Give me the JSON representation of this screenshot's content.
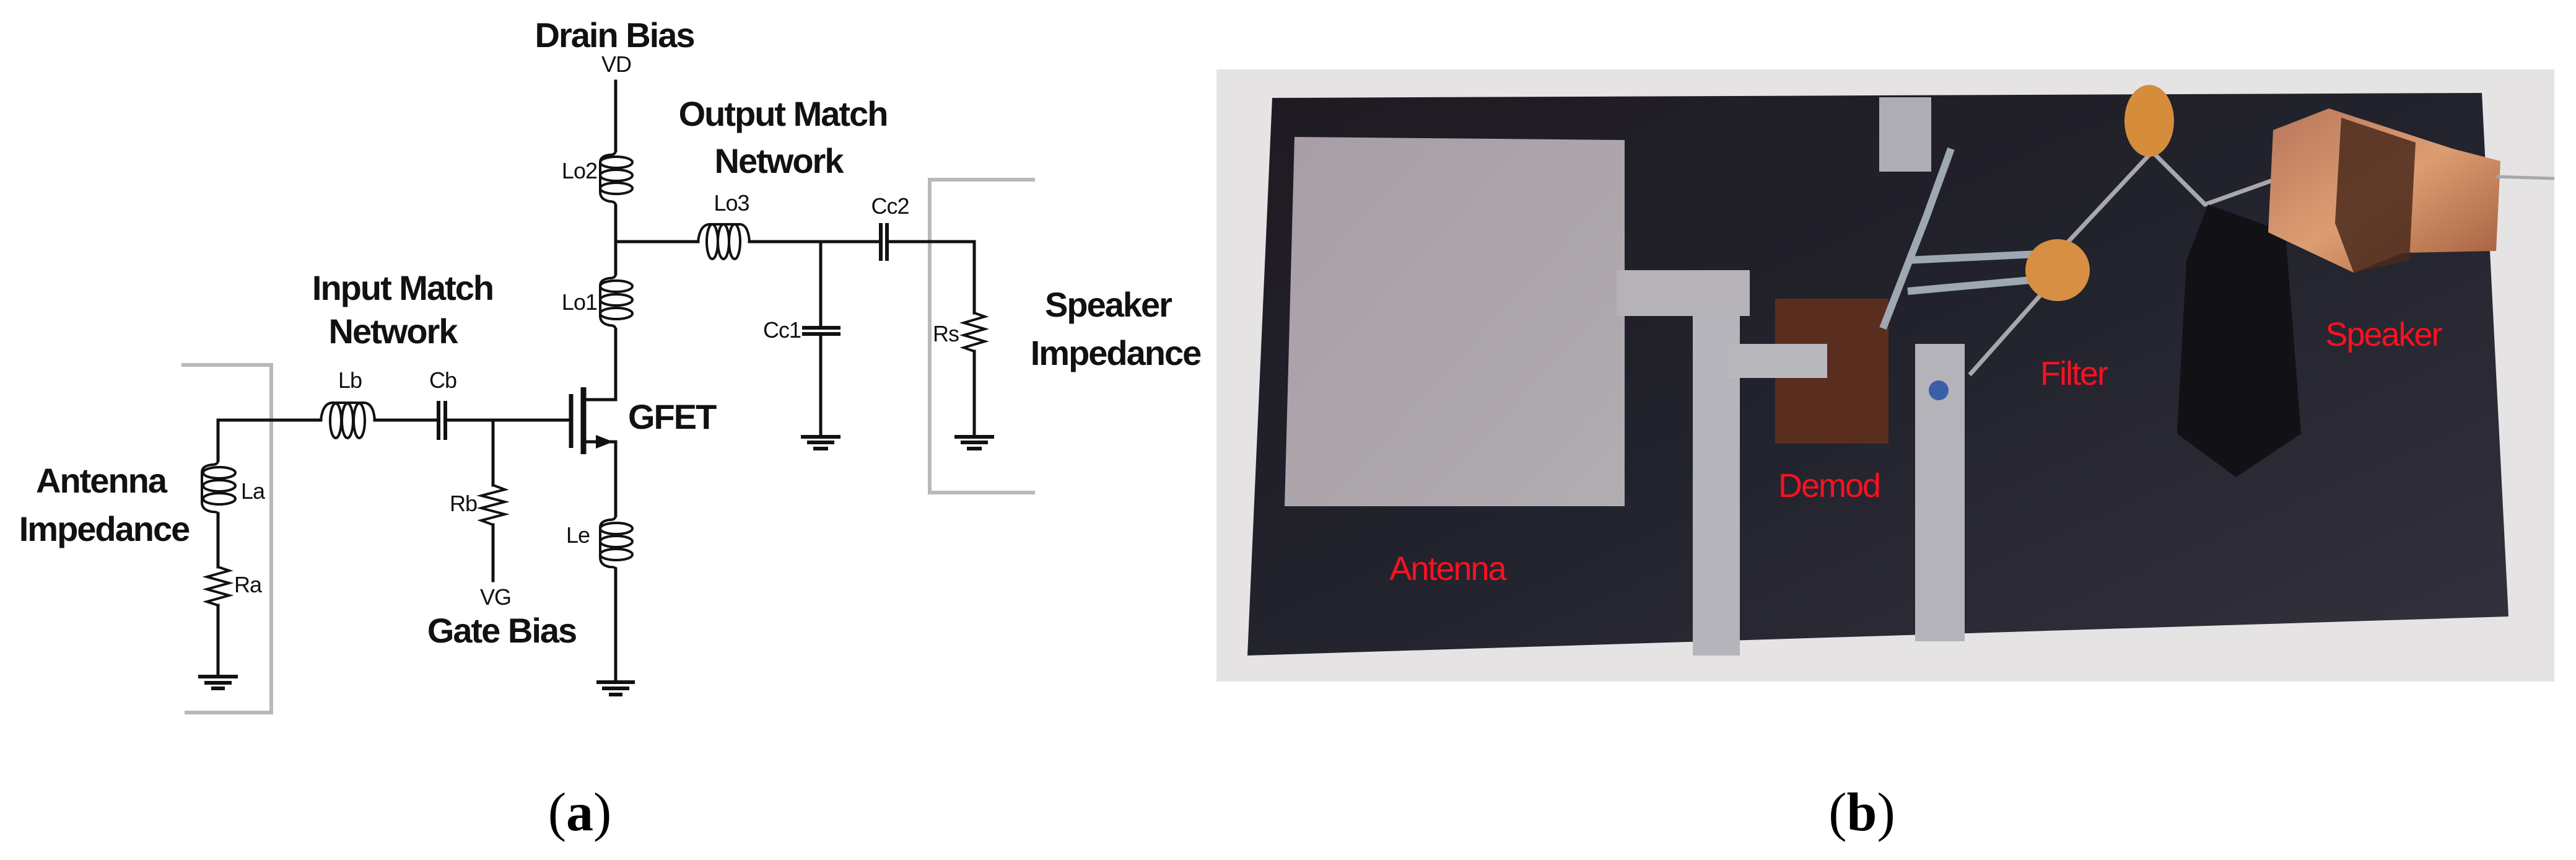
{
  "figure": {
    "panel_a": {
      "caption": "(",
      "caption_letter": "a",
      "caption_close": ")",
      "labels": {
        "drain_bias": "Drain Bias",
        "vd": "VD",
        "output_match_line1": "Output Match",
        "output_match_line2": "Network",
        "input_match_line1": "Input Match",
        "input_match_line2": "Network",
        "speaker_impedance_line1": "Speaker",
        "speaker_impedance_line2": "Impedance",
        "antenna_impedance_line1": "Antenna",
        "antenna_impedance_line2": "Impedance",
        "gfet": "GFET",
        "vg": "VG",
        "gate_bias": "Gate Bias"
      },
      "components": {
        "Lo2": "Lo2",
        "Lo1": "Lo1",
        "Lo3": "Lo3",
        "Cc1": "Cc1",
        "Cc2": "Cc2",
        "Rs": "Rs",
        "Lb": "Lb",
        "Cb": "Cb",
        "Rb": "Rb",
        "Le": "Le",
        "La": "La",
        "Ra": "Ra"
      }
    },
    "panel_b": {
      "caption": "(",
      "caption_letter": "b",
      "caption_close": ")",
      "labels": {
        "antenna": "Antenna",
        "demod": "Demod",
        "filter": "Filter",
        "speaker": "Speaker"
      },
      "label_color": "#ff1020",
      "board_color": "#26252f",
      "pad_color": "#a8a3a8",
      "copper_color": "#c9835a",
      "capacitor_color": "#d38a3a"
    }
  }
}
